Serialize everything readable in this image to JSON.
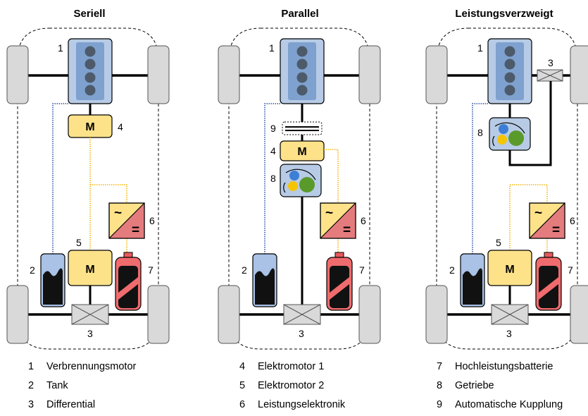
{
  "titles": {
    "serial": "Seriell",
    "parallel": "Parallel",
    "split": "Leistungsverzweigt"
  },
  "numbers": {
    "n1": "1",
    "n2": "2",
    "n3": "3",
    "n4": "4",
    "n5": "5",
    "n6": "6",
    "n7": "7",
    "n8": "8",
    "n9": "9"
  },
  "motor_label": "M",
  "inverter_symbols": {
    "ac": "~",
    "dc": "="
  },
  "legend": [
    {
      "num": "1",
      "text": "Verbrennungsmotor"
    },
    {
      "num": "2",
      "text": "Tank"
    },
    {
      "num": "3",
      "text": "Differential"
    },
    {
      "num": "4",
      "text": "Elektromotor 1"
    },
    {
      "num": "5",
      "text": "Elektromotor 2"
    },
    {
      "num": "6",
      "text": "Leistungselektronik"
    },
    {
      "num": "7",
      "text": "Hochleistungsbatterie"
    },
    {
      "num": "8",
      "text": "Getriebe"
    },
    {
      "num": "9",
      "text": "Automatische Kupplung"
    }
  ],
  "colors": {
    "engine_fill": "#b7cbe6",
    "engine_inner": "#7ea1cf",
    "cylinder": "#4d5a6a",
    "motor_fill": "#fde28a",
    "tank_fill": "#a9c2e6",
    "battery_fill": "#f06b6d",
    "inverter_top": "#fde28a",
    "inverter_bottom": "#e47b7d",
    "wheel": "#d9d9d9",
    "elec_line": "#f5b400",
    "fuel_line": "#2a4fa0",
    "gear_blue": "#3d7fd6",
    "gear_yellow": "#f5c400",
    "gear_green": "#5a9a2a"
  }
}
